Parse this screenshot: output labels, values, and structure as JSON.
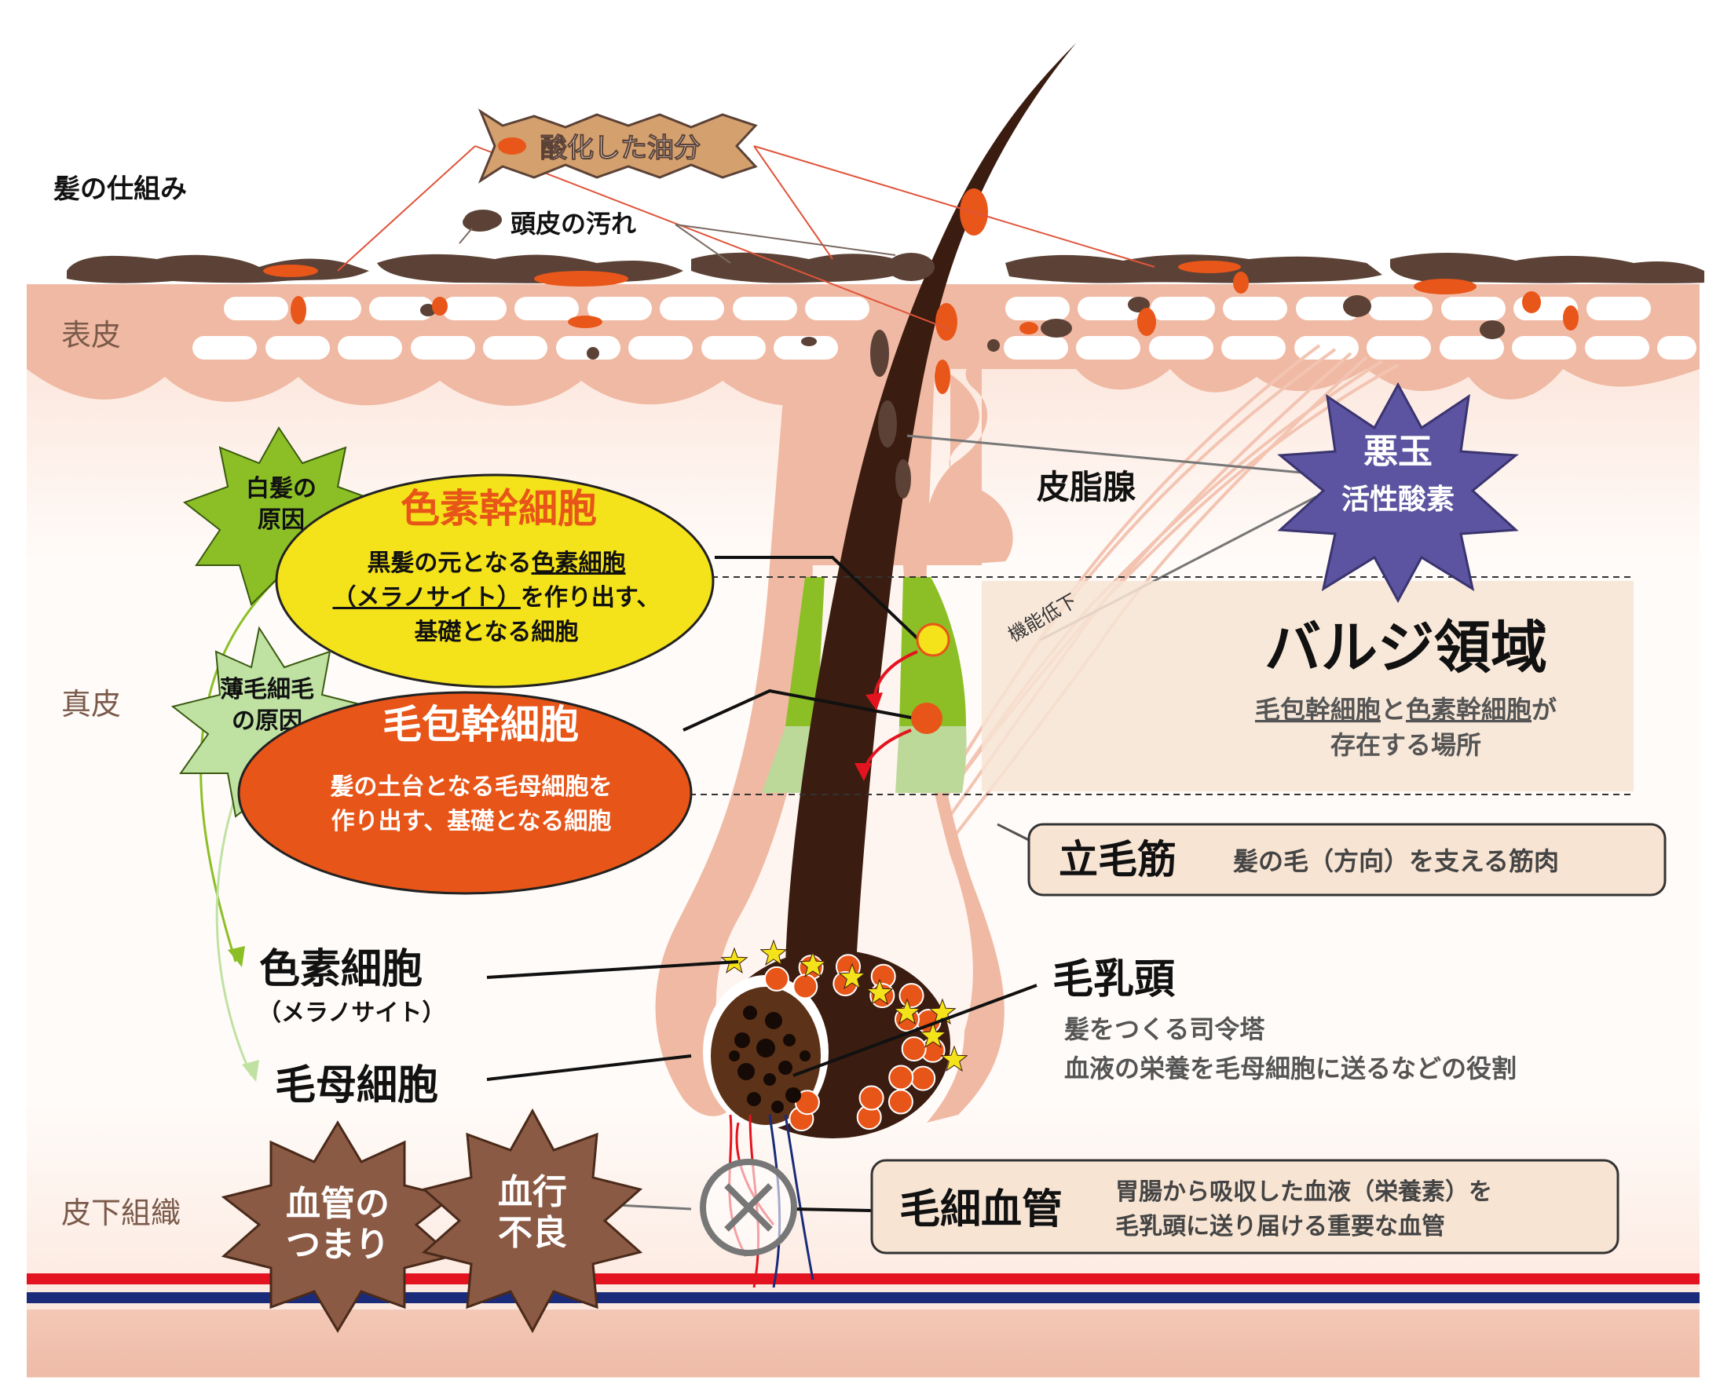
{
  "title": "髪の仕組み",
  "layers": {
    "epidermis": "表皮",
    "dermis": "真皮",
    "subcutaneous": "皮下組織"
  },
  "callouts": {
    "oxidized_oil": "酸化した油分",
    "scalp_dirt": "頭皮の汚れ",
    "sebaceous_gland": "皮脂腺",
    "villain_line1": "悪玉",
    "villain_line2": "活性酸素",
    "decline": "機能低下"
  },
  "white_hair_cause": {
    "line1": "白髪の",
    "line2": "原因"
  },
  "thin_hair_cause": {
    "line1": "薄毛細毛",
    "line2": "の原因"
  },
  "pigment_stem_cell": {
    "title": "色素幹細胞",
    "line1_a": "黒髪の元となる",
    "line1_b": "色素細胞",
    "line2_a": "（メラノサイト）",
    "line2_b": "を作り出す、",
    "line3": "基礎となる細胞"
  },
  "follicle_stem_cell": {
    "title": "毛包幹細胞",
    "line1": "髪の土台となる毛母細胞を",
    "line2": "作り出す、基礎となる細胞"
  },
  "bulge": {
    "title": "バルジ領域",
    "line1_a": "毛包幹細胞",
    "line1_b": "と",
    "line1_c": "色素幹細胞",
    "line1_d": "が",
    "line2": "存在する場所"
  },
  "arrector": {
    "title": "立毛筋",
    "desc": "髪の毛（方向）を支える筋肉"
  },
  "melanocyte": {
    "title": "色素細胞",
    "sub": "（メラノサイト）"
  },
  "matrix_cell": {
    "title": "毛母細胞"
  },
  "papilla": {
    "title": "毛乳頭",
    "line1": "髪をつくる司令塔",
    "line2": "血液の栄養を毛母細胞に送るなどの役割"
  },
  "capillary": {
    "title": "毛細血管",
    "line1": "胃腸から吸収した血液（栄養素）を",
    "line2": "毛乳頭に送り届ける重要な血管"
  },
  "clog": {
    "line1": "血管の",
    "line2": "つまり"
  },
  "poor_circ": {
    "line1": "血行",
    "line2": "不良"
  },
  "colors": {
    "epidermis": "#f0b9a3",
    "hair": "#3a1c10",
    "dirt": "#5c4236",
    "oil": "#e8561a",
    "yellow": "#f4e21a",
    "orange": "#e85518",
    "green": "#8cbf26",
    "villain": "#5c54a0",
    "brown_badge": "#8b5a45",
    "artery": "#e3141f",
    "vein": "#1a2b7a"
  }
}
